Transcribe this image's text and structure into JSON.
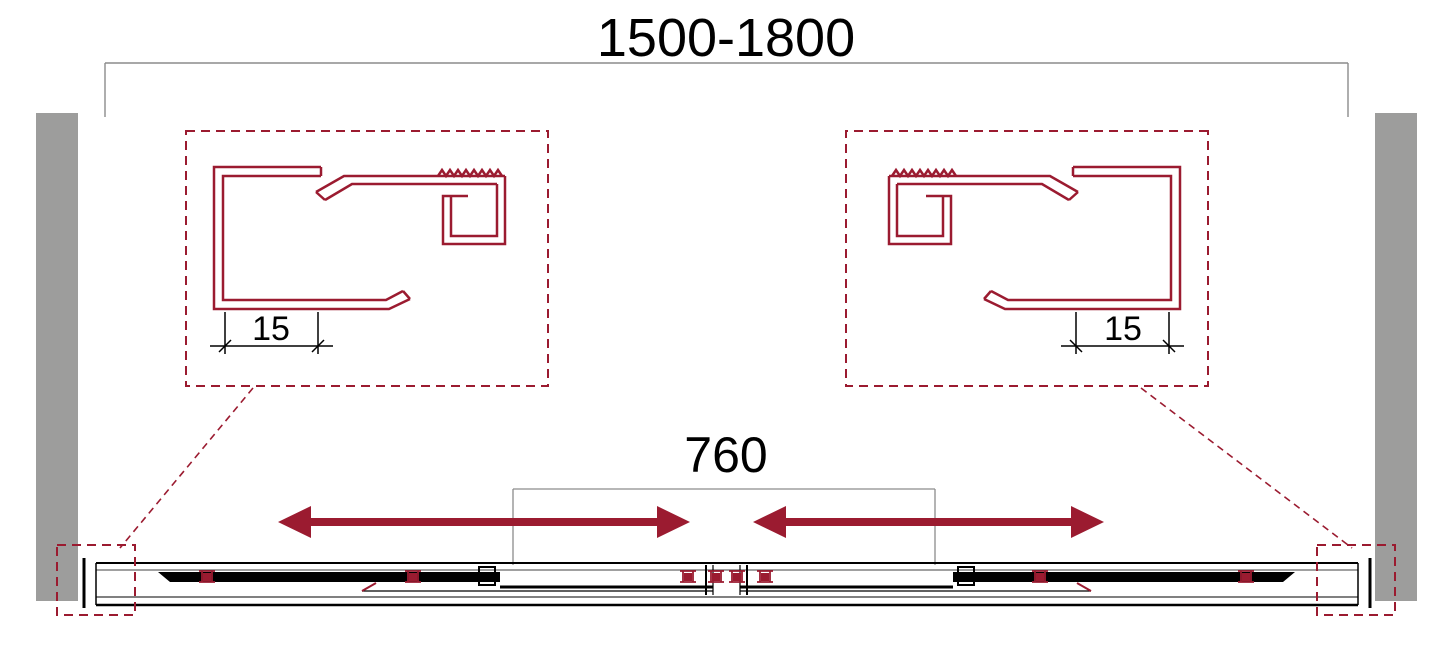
{
  "diagram": {
    "overall_width_label": "1500-1800",
    "opening_width_label": "760",
    "detail_left_dimension_label": "15",
    "detail_right_dimension_label": "15"
  },
  "colors": {
    "accent_maroon": "#9B1B30",
    "wall_gray": "#9D9D9C",
    "dim_gray": "#8C8C8C",
    "line_black": "#000000"
  }
}
